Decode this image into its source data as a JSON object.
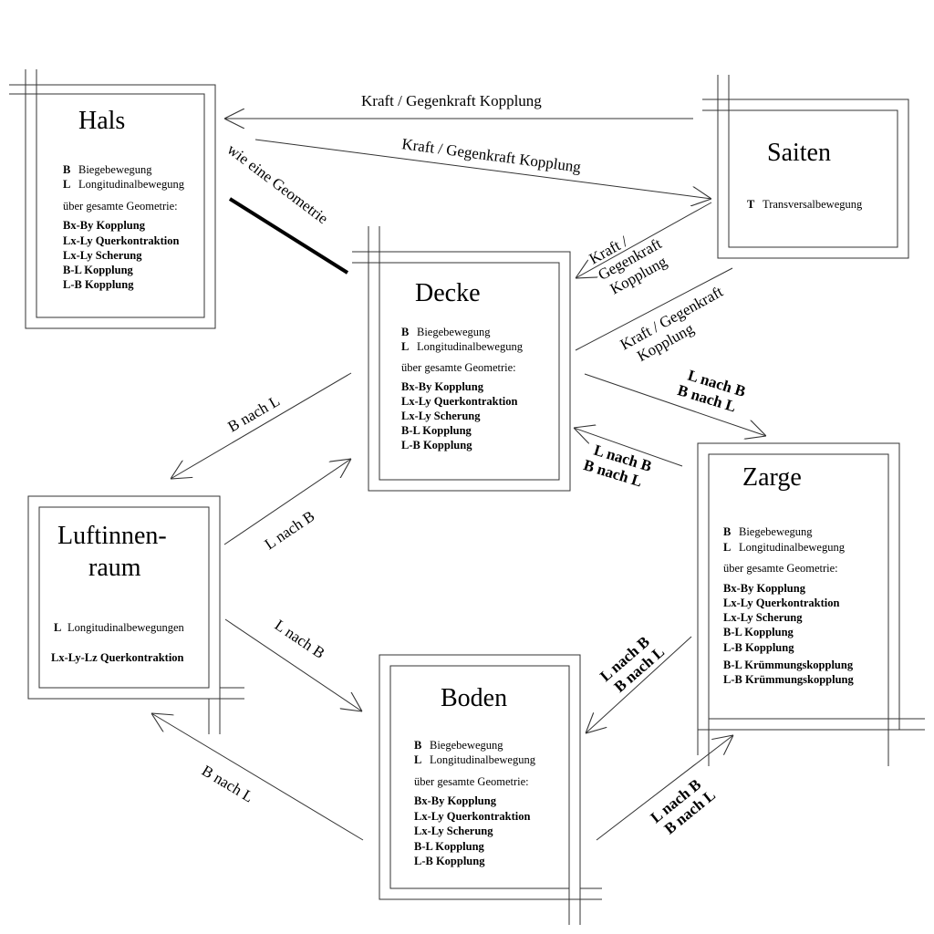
{
  "hals": {
    "title": "Hals",
    "b_key": "B",
    "b_text": "Biegebewegung",
    "l_key": "L",
    "l_text": "Longitudinalbewegung",
    "geo": "über gesamte Geometrie:",
    "couplings": [
      "Bx-By Kopplung",
      "Lx-Ly Querkontraktion",
      "Lx-Ly Scherung",
      "B-L Kopplung",
      "L-B Kopplung"
    ]
  },
  "saiten": {
    "title": "Saiten",
    "t_key": "T",
    "t_text": "Transversalbewegung"
  },
  "decke": {
    "title": "Decke",
    "b_key": "B",
    "b_text": "Biegebewegung",
    "l_key": "L",
    "l_text": "Longitudinalbewegung",
    "geo": "über gesamte Geometrie:",
    "couplings": [
      "Bx-By Kopplung",
      "Lx-Ly Querkontraktion",
      "Lx-Ly Scherung",
      "B-L Kopplung",
      "L-B Kopplung"
    ]
  },
  "zarge": {
    "title": "Zarge",
    "b_key": "B",
    "b_text": "Biegebewegung",
    "l_key": "L",
    "l_text": "Longitudinalbewegung",
    "geo": "über gesamte Geometrie:",
    "couplings": [
      "Bx-By Kopplung",
      "Lx-Ly Querkontraktion",
      "Lx-Ly Scherung",
      "B-L Kopplung",
      "L-B Kopplung",
      "B-L Krümmungskopplung",
      "L-B Krümmungskopplung"
    ]
  },
  "luft": {
    "title_line1": "Luftinnen-",
    "title_line2": "raum",
    "l_key": "L",
    "l_text": "Longitudinalbewegungen",
    "coupling": "Lx-Ly-Lz Querkontraktion"
  },
  "boden": {
    "title": "Boden",
    "b_key": "B",
    "b_text": "Biegebewegung",
    "l_key": "L",
    "l_text": "Longitudinalbewegung",
    "geo": "über gesamte Geometrie:",
    "couplings": [
      "Bx-By Kopplung",
      "Lx-Ly Querkontraktion",
      "Lx-Ly Scherung",
      "B-L Kopplung",
      "L-B Kopplung"
    ]
  },
  "labels": {
    "kraft_top": "Kraft / Gegenkraft Kopplung",
    "kraft_diag": "Kraft / Gegenkraft Kopplung",
    "wie_geometrie": "wie eine Geometrie",
    "kraft_saiten_decke": [
      "Kraft /",
      "Gegenkraft",
      "Kopplung"
    ],
    "kraft_decke_saiten": [
      "Kraft / Gegenkraft",
      "Kopplung"
    ],
    "decke_zarge": [
      "L nach B",
      "B nach L"
    ],
    "zarge_decke": [
      "L nach B",
      "B nach L"
    ],
    "decke_luft": "B nach L",
    "luft_decke": "L nach B",
    "luft_boden": "L nach B",
    "boden_luft": "B nach L",
    "zarge_boden": [
      "L nach B",
      "B nach L"
    ],
    "boden_zarge": [
      "L nach B",
      "B nach L"
    ]
  }
}
